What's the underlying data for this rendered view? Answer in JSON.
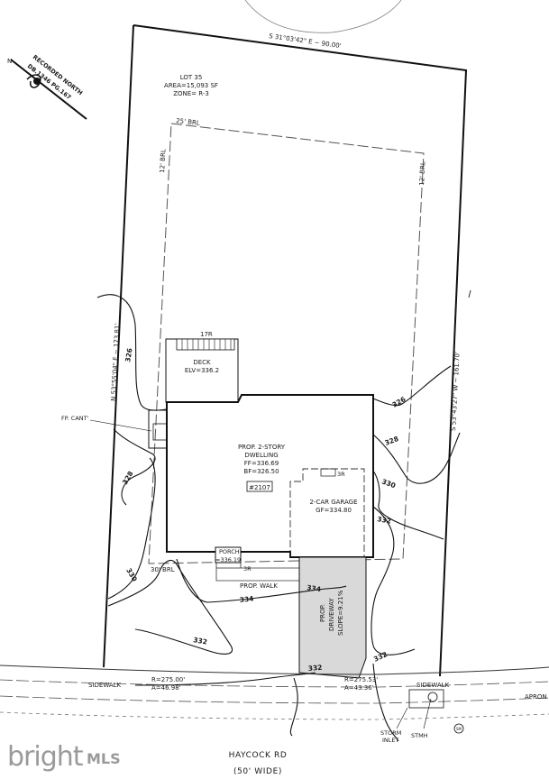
{
  "boundary": {
    "top": "S 31°03'42\" E ~ 90.00'",
    "left": "N 53°55'04\" E ~ 173.81'",
    "right": "S 53°43'27\" W ~ 161.70'"
  },
  "lot": {
    "name": "LOT 35",
    "area": "AREA=15,093 SF",
    "zone": "ZONE= R-3"
  },
  "north_arrow": {
    "line1": "RECORDED NORTH",
    "line2": "DB.1346 PG.167",
    "letter": "N"
  },
  "setbacks": {
    "rear": "25' BRL",
    "side_left": "12' BRL",
    "side_right": "12' BRL",
    "front": "30' BRL"
  },
  "deck": {
    "label": "DECK",
    "elevation": "ELV=336.2",
    "steps": "17R"
  },
  "fireplace": {
    "label": "FP. CANT'"
  },
  "dwelling": {
    "line1": "PROP. 2-STORY",
    "line2": "DWELLING",
    "ff": "FF=336.69",
    "bf": "BF=326.50",
    "house_number": "#2107"
  },
  "garage": {
    "label": "2-CAR GARAGE",
    "gf": "GF=334.80",
    "steps": "3R"
  },
  "porch": {
    "label": "PORCH",
    "elevation": "=336.19",
    "steps": "3R"
  },
  "walk": {
    "label": "PROP. WALK"
  },
  "driveway": {
    "line1": "PROP.",
    "line2": "DRIVEWAY",
    "line3": "SLOPE=9.21%"
  },
  "contours": {
    "c326a": "326",
    "c326b": "326",
    "c328a": "328",
    "c328b": "328",
    "c330a": "330",
    "c330b": "330",
    "c332a": "332",
    "c332b": "332",
    "c332c": "332",
    "c332d": "332",
    "c334a": "334",
    "c334b": "334"
  },
  "curves": {
    "left_r": "R=275.00'",
    "left_a": "A=46.98'",
    "right_r": "R=275.53'",
    "right_a": "A=43.36'"
  },
  "sidewalk": {
    "left": "SIDEWALK",
    "right": "SIDEWALK"
  },
  "apron": "APRON",
  "storm": {
    "inlet_line1": "STORM",
    "inlet_line2": "INLET",
    "stmh": "STMH",
    "stmh_symbol": "SM"
  },
  "road": {
    "name": "HAYCOCK RD",
    "width": "(50' WIDE)"
  },
  "watermark": {
    "brand": "bright",
    "suffix": "MLS"
  }
}
